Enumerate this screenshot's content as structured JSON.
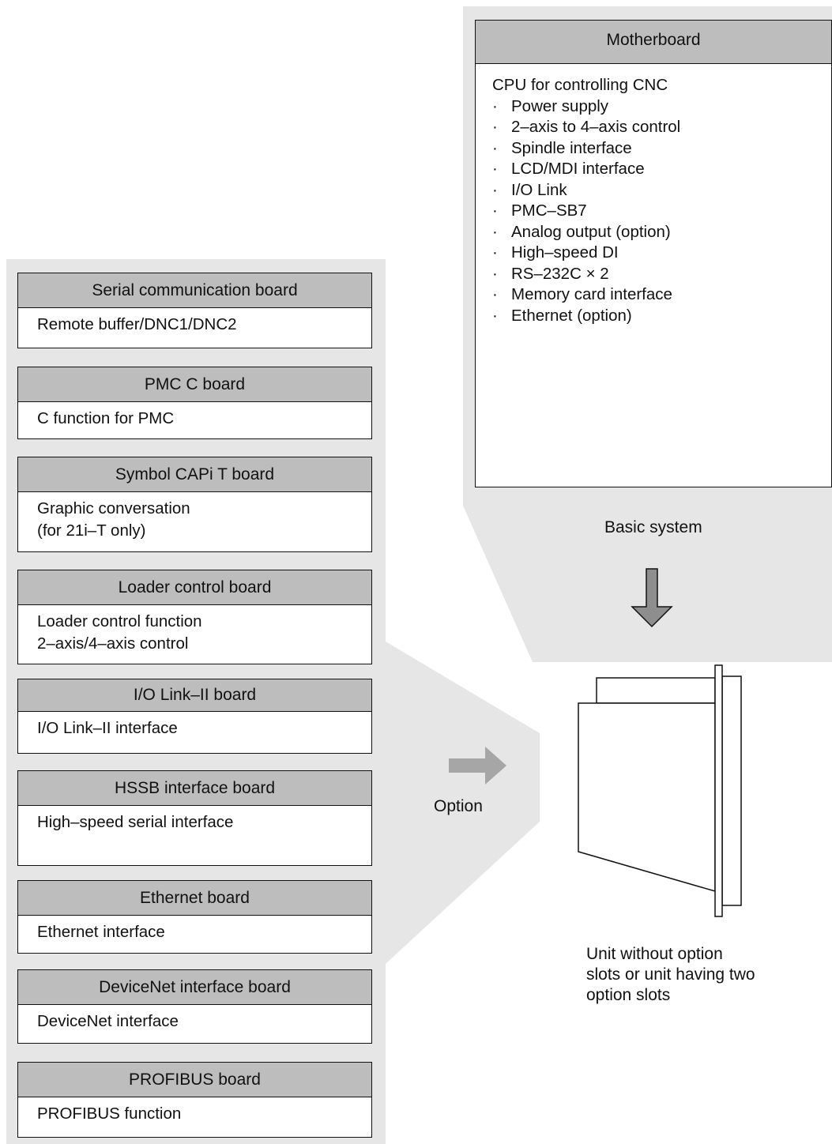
{
  "motherboard": {
    "title": "Motherboard",
    "cpu": "CPU for controlling CNC",
    "items": [
      "Power supply",
      "2–axis to 4–axis control",
      "Spindle interface",
      "LCD/MDI interface",
      "I/O Link",
      "PMC–SB7",
      "Analog output (option)",
      "High–speed DI",
      "RS–232C × 2",
      "Memory card interface",
      "Ethernet (option)"
    ]
  },
  "labels": {
    "basic_system": "Basic system",
    "option": "Option",
    "unit_caption": "Unit without option slots or unit having two option slots"
  },
  "boards": [
    {
      "title": "Serial communication board",
      "body": "Remote buffer/DNC1/DNC2"
    },
    {
      "title": "PMC C board",
      "body": "C function for PMC"
    },
    {
      "title": "Symbol CAPi T board",
      "body": "Graphic conversation\n(for 21i–T only)"
    },
    {
      "title": "Loader control board",
      "body": "Loader control function\n2–axis/4–axis control"
    },
    {
      "title": "I/O Link–II board",
      "body": "I/O Link–II interface"
    },
    {
      "title": "HSSB interface board",
      "body": "High–speed serial interface"
    },
    {
      "title": "Ethernet board",
      "body": "Ethernet interface"
    },
    {
      "title": "DeviceNet interface board",
      "body": "DeviceNet interface"
    },
    {
      "title": "PROFIBUS board",
      "body": "PROFIBUS function"
    }
  ],
  "colors": {
    "panel": "#e6e6e6",
    "header": "#bdbdbd",
    "arrow_option": "#a6a6a6",
    "arrow_basic": "#8e8e8e"
  }
}
